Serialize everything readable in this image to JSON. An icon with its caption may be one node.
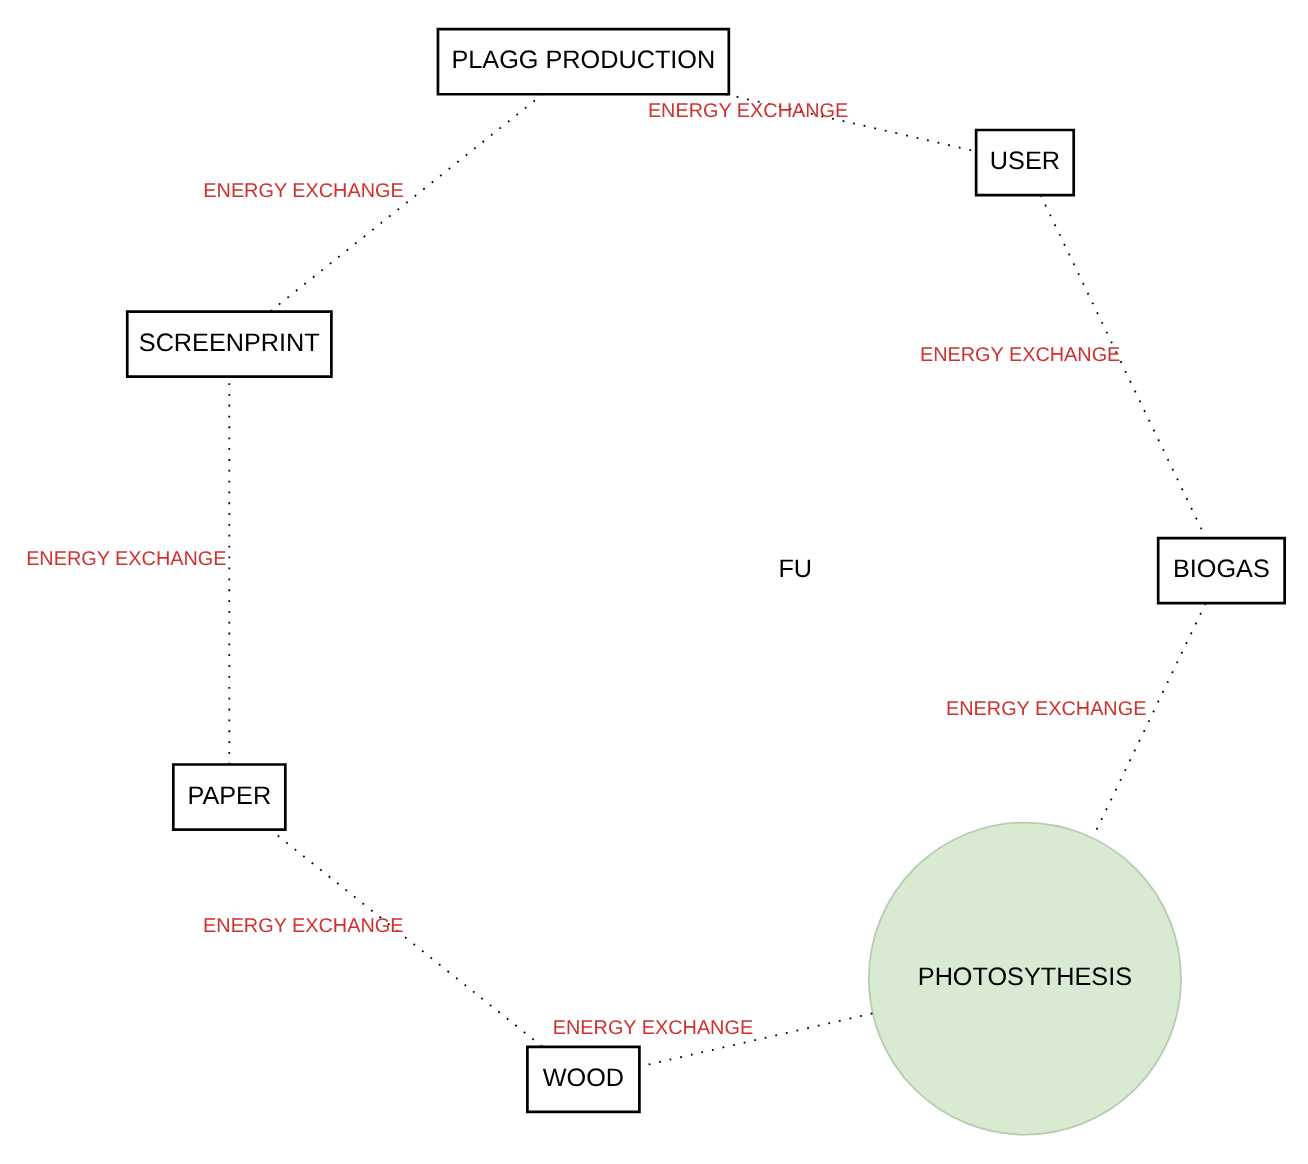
{
  "diagram": {
    "nodes": [
      {
        "text": [
          "PHOTOSYTHESIS"
        ]
      },
      {
        "text": [
          "WOOD"
        ]
      },
      {
        "text": [
          "PAPER"
        ]
      },
      {
        "text": [
          "SCREENPRINT"
        ]
      },
      {
        "text": [
          "PLAGG PRODUCTION"
        ]
      },
      {
        "text": [
          "USER"
        ]
      },
      {
        "text": [
          "BIOGAS"
        ]
      }
    ],
    "edges": [
      {
        "from": 0,
        "to": 1,
        "arrow": "none",
        "label": "ENERGY EXCHANGE",
        "style": "dashed"
      },
      {
        "from": 1,
        "to": 2,
        "arrow": "none",
        "label": "ENERGY EXCHANGE",
        "style": "dashed"
      },
      {
        "from": 2,
        "to": 3,
        "arrow": "none",
        "label": "ENERGY EXCHANGE",
        "style": "dashed"
      },
      {
        "from": 3,
        "to": 4,
        "arrow": "none",
        "label": "ENERGY EXCHANGE",
        "style": "dashed"
      },
      {
        "from": 4,
        "to": 5,
        "arrow": "none",
        "label": "ENERGY EXCHANGE",
        "style": "dashed"
      },
      {
        "from": 5,
        "to": 6,
        "arrow": "none",
        "label": "ENERGY EXCHANGE",
        "style": "dashed"
      },
      {
        "from": 6,
        "to": 0,
        "arrow": "none",
        "label": "ENERGY EXCHANGE",
        "style": "dashed"
      }
    ],
    "labels": [
      "FU"
    ]
  }
}
